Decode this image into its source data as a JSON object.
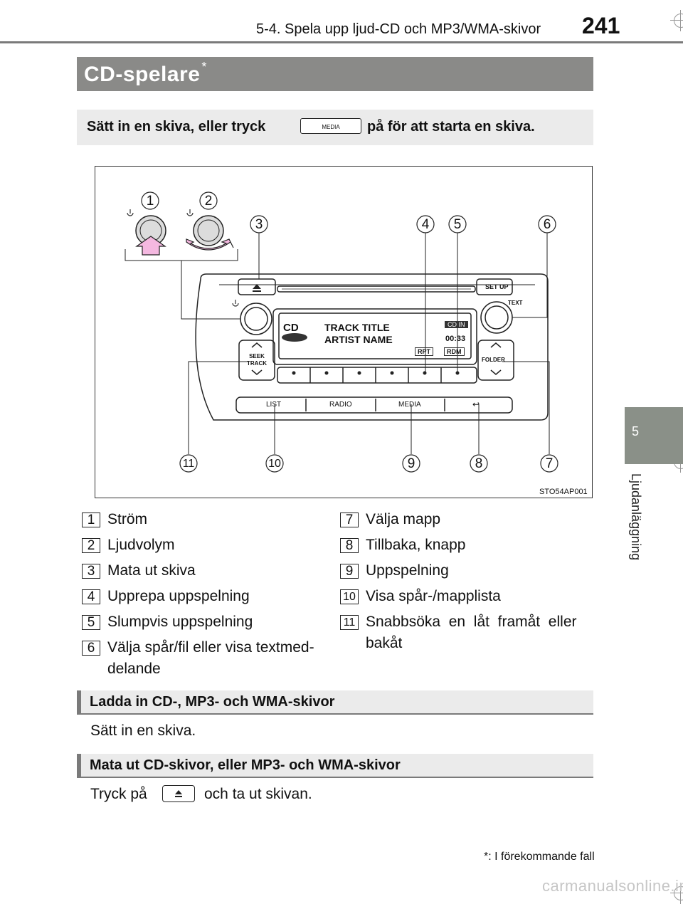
{
  "header": {
    "chapter_title": "5-4. Spela upp ljud-CD och MP3/WMA-skivor",
    "page_number": "241"
  },
  "side_tab": {
    "number": "5",
    "label": "Ljudanläggning"
  },
  "section": {
    "title": "CD-spelare",
    "title_mark": "*"
  },
  "intro": {
    "before": "Sätt in en skiva, eller tryck",
    "after": "på för att starta en skiva.",
    "button_label": "MEDIA"
  },
  "figure": {
    "code": "STO54AP001",
    "display": {
      "source": "CD",
      "track_title": "TRACK TITLE",
      "artist_name": "ARTIST NAME",
      "time": "00:33",
      "badge": "CD IN",
      "rpt": "RPT",
      "rdm": "RDM"
    },
    "device_labels": {
      "seek_track": "SEEK TRACK",
      "folder": "FOLDER",
      "text": "TEXT",
      "setup": "SET UP"
    },
    "bottom_buttons": [
      "LIST",
      "RADIO",
      "MEDIA",
      "↩"
    ],
    "callouts": [
      "1",
      "2",
      "3",
      "4",
      "5",
      "6",
      "7",
      "8",
      "9",
      "10",
      "11"
    ]
  },
  "legend": [
    {
      "num": "1",
      "text": "Ström"
    },
    {
      "num": "2",
      "text": "Ljudvolym"
    },
    {
      "num": "3",
      "text": "Mata ut skiva"
    },
    {
      "num": "4",
      "text": "Upprepa uppspelning"
    },
    {
      "num": "5",
      "text": "Slumpvis uppspelning"
    },
    {
      "num": "6",
      "text": "Välja spår/fil eller visa textmed-",
      "text2": "delande"
    },
    {
      "num": "7",
      "text": "Välja mapp"
    },
    {
      "num": "8",
      "text": "Tillbaka, knapp"
    },
    {
      "num": "9",
      "text": "Uppspelning"
    },
    {
      "num": "10",
      "text": "Visa spår-/mapplista"
    },
    {
      "num": "11",
      "text": "Snabbsöka  en  låt  framåt  eller",
      "text2": "bakåt"
    }
  ],
  "subsections": [
    {
      "title": "Ladda in CD-, MP3- och WMA-skivor",
      "body": "Sätt in en skiva."
    },
    {
      "title": "Mata ut CD-skivor, eller MP3- och WMA-skivor",
      "body_before": "Tryck på",
      "body_after": "och ta ut skivan."
    }
  ],
  "footnote": "*: I förekommande fall",
  "watermark": "carmanualsonline.info"
}
